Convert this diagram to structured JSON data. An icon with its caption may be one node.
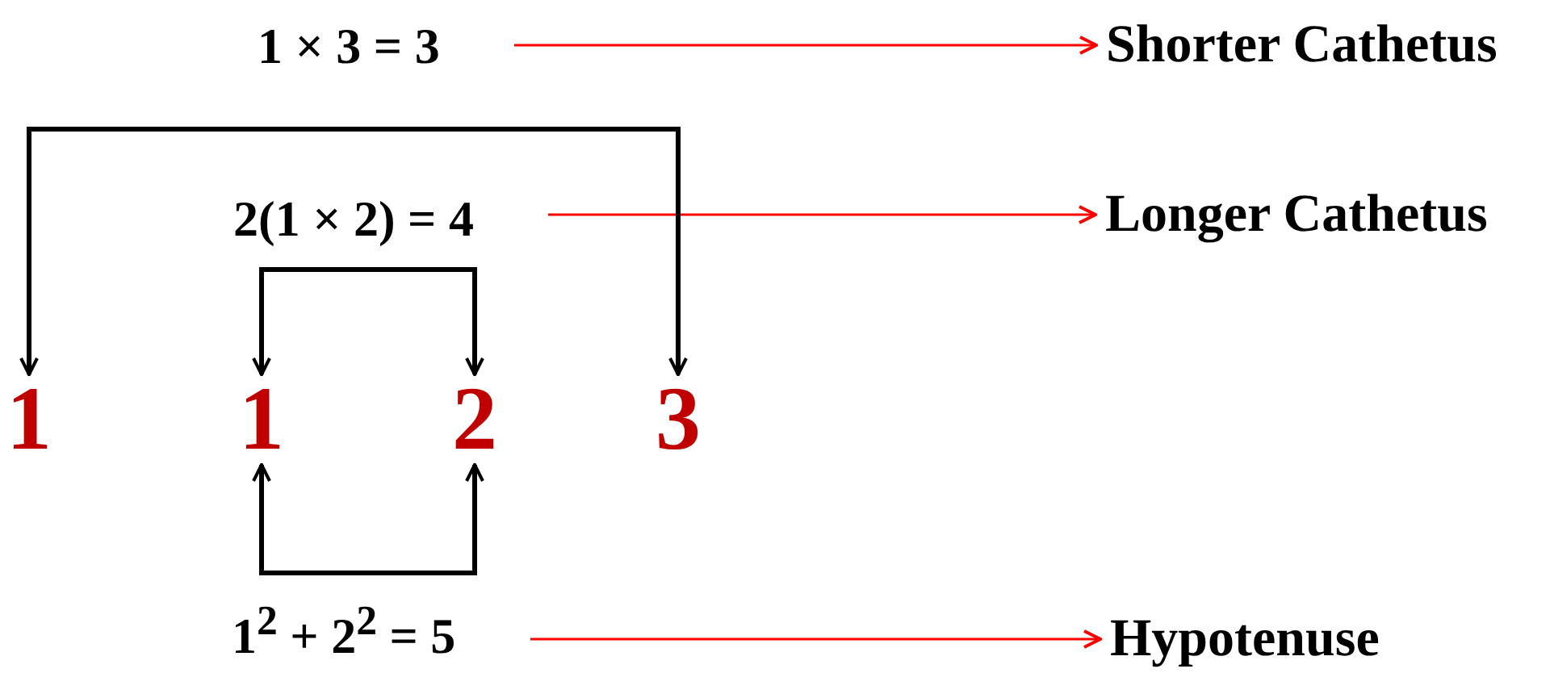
{
  "diagram": {
    "nodes": [
      {
        "text": [
          "1  × 3 = 3"
        ]
      },
      {
        "text": [
          "Shorter Cathetus"
        ]
      },
      {
        "text": [
          "2(1 × 2) = 4"
        ]
      },
      {
        "text": [
          "Longer Cathetus"
        ]
      },
      {
        "text": [
          "1"
        ]
      },
      {
        "text": [
          "1"
        ]
      },
      {
        "text": [
          "2"
        ]
      },
      {
        "text": [
          "3"
        ]
      },
      {
        "text": [
          "1$^{2}$ + 2$^{2}$ = 5"
        ]
      },
      {
        "text": [
          "Hypotenuse"
        ]
      }
    ],
    "edges": [
      {
        "from": 0,
        "to": 1,
        "arrow": "to"
      },
      {
        "from": 2,
        "to": 3,
        "arrow": "to"
      },
      {
        "from": 8,
        "to": 9,
        "arrow": "to"
      },
      {
        "from": 4,
        "to": 7,
        "arrow": "both",
        "style": "thick",
        "color": "#000000"
      },
      {
        "from": 5,
        "to": 6,
        "arrow": "both",
        "style": "thick",
        "color": "#000000"
      },
      {
        "from": 5,
        "to": 6,
        "arrow": "both",
        "style": "thick",
        "color": "#000000"
      }
    ]
  }
}
